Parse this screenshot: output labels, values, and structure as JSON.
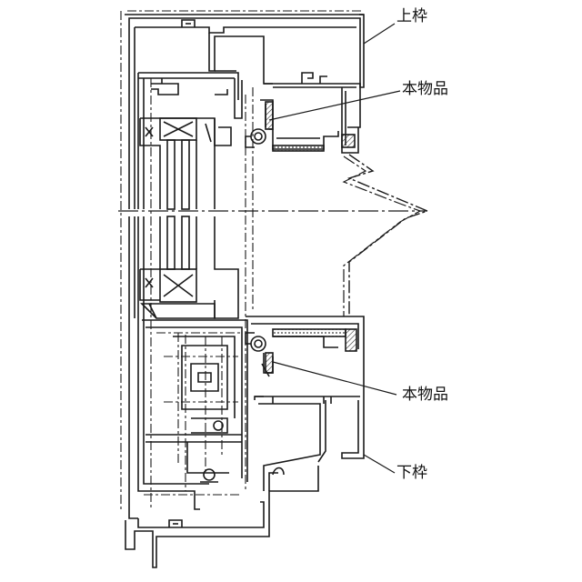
{
  "labels": {
    "upper_frame": "上枠",
    "product_top": "本物品",
    "product_bottom": "本物品",
    "lower_frame": "下枠"
  },
  "colors": {
    "line": "#1a1a1a",
    "hatch": "#333333",
    "background": "#ffffff"
  }
}
